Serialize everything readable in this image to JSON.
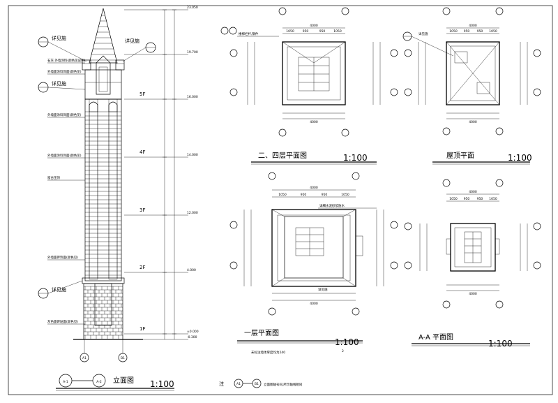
{
  "elevation": {
    "title": "立面图",
    "scale": "1:100",
    "axis_a": "A-1",
    "axis_b": "A-2",
    "grid_a": "A1",
    "grid_b": "B1",
    "floor_5": "5F",
    "floor_4": "4F",
    "floor_3": "3F",
    "floor_2": "2F",
    "floor_1": "1F",
    "lvl_top": "23.050",
    "lvl_1": "19.700",
    "lvl_2": "16.000",
    "lvl_3": "14.000",
    "lvl_4": "12.000",
    "lvl_5": "4.000",
    "lvl_0": "±0.000",
    "lvl_neg": "-0.300",
    "callout_1": "详见施",
    "callout_2": "详见施",
    "callout_3": "详见施",
    "callout_4": "详见施",
    "note_1": "石灰 外墙涂料(颜色见说明)",
    "note_2": "外墙面涂料饰面(颜色见)",
    "note_3": "外墙面涂料饰面(颜色见)",
    "note_4": "外墙面涂料饰面(颜色见)",
    "note_5": "窗台压顶",
    "note_6": "外墙面砖饰面(颜色见)",
    "note_7": "灰色面砖贴面(颜色见)"
  },
  "plan_2_4": {
    "title": "二、四层平面图",
    "scale": "1:100",
    "note": "楼梯栏杆,钢件",
    "dim_total": "4000",
    "dims": [
      "1050",
      "950",
      "950",
      "1050"
    ]
  },
  "roof_plan": {
    "title": "屋顶平面",
    "scale": "1:100",
    "callout": "详见施",
    "dim_total": "4000",
    "dims": [
      "1050",
      "950",
      "950",
      "1050"
    ]
  },
  "plan_1": {
    "title": "一层平面图",
    "scale": "1:100",
    "note": "详细水泥砂浆防水",
    "callout": "详见施",
    "sub_note": "未标注墙体厚度均为240",
    "dim_total": "4000",
    "dims": [
      "1050",
      "950",
      "950",
      "1050"
    ]
  },
  "plan_aa": {
    "title": "A-A 平面图",
    "scale": "1:100",
    "dim_total": "4000",
    "dims": [
      "1050",
      "950",
      "950",
      "1050"
    ]
  },
  "footer": {
    "note_label": "注",
    "note_axis_a": "A1",
    "note_axis_b": "B1",
    "note_text": "立面图轴号同,所示轴线相同",
    "page": "2"
  },
  "colors": {
    "line": "#000000",
    "background": "#ffffff"
  }
}
